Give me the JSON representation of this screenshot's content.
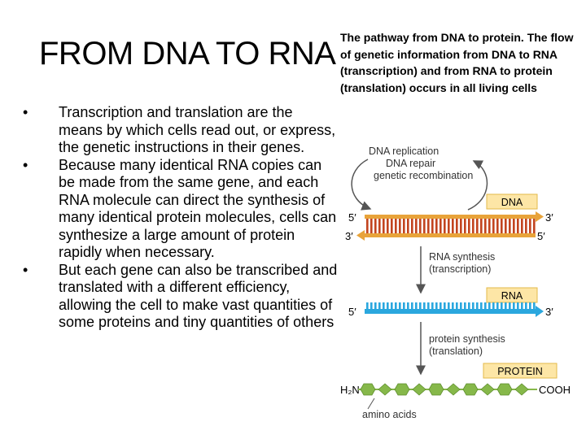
{
  "slide": {
    "title": "FROM DNA TO RNA",
    "bullets": [
      "Transcription and translation are the means by which cells read out, or express, the genetic instructions in their genes.",
      "Because many identical RNA copies can be made from the same gene, and each RNA molecule can direct the synthesis of many identical protein molecules, cells can synthesize a large amount of protein rapidly when necessary.",
      "But each gene can also be transcribed and translated with a different efficiency, allowing the cell to make vast quantities of some proteins and tiny quantities of others"
    ],
    "caption": "The pathway from DNA to protein. The flow of genetic information from DNA to RNA (transcription) and from RNA to protein (translation) occurs in all living cells"
  },
  "diagram": {
    "replication_labels": [
      "DNA replication",
      "DNA repair",
      "genetic recombination"
    ],
    "dna_tag": "DNA",
    "rna_synthesis_labels": [
      "RNA synthesis",
      "(transcription)"
    ],
    "rna_tag": "RNA",
    "protein_synthesis_labels": [
      "protein synthesis",
      "(translation)"
    ],
    "protein_tag": "PROTEIN",
    "five_prime": "5′",
    "three_prime": "3′",
    "n_terminus": "H₂N",
    "c_terminus": "COOH",
    "amino_acids_label": "amino acids",
    "colors": {
      "dna_strand": "#e8a33a",
      "dna_bar": "#c2441f",
      "rna": "#2aa7de",
      "protein": "#86b84a",
      "tag_fill": "#fde6a6",
      "tag_stroke": "#e3b94a"
    }
  }
}
